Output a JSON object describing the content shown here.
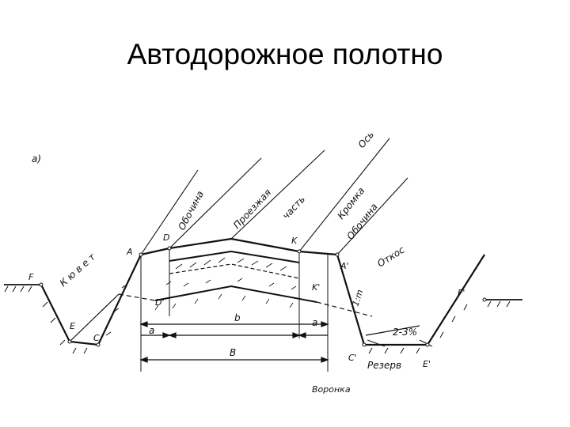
{
  "slide": {
    "title": "Автодорожное полотно"
  },
  "diagram": {
    "fig_label": "а)",
    "ditch_label": "К ю в е т",
    "slanted_labels": {
      "axis": "Ось",
      "shoulder_left": "Обочина",
      "carriageway": "Проезжая",
      "carriageway_2": "часть",
      "edge": "Кромка",
      "shoulder_right": "Обочина",
      "slope": "Откос"
    },
    "points": {
      "F": "F",
      "E": "E",
      "C": "C",
      "A": "A",
      "D": "D",
      "D2": "D'",
      "K": "K",
      "K2": "K'",
      "A2": "A'",
      "C2": "C'",
      "E2": "E'",
      "F2": "F'"
    },
    "dimensions": {
      "a_left": "a",
      "b": "b",
      "a_right": "a",
      "B": "B"
    },
    "slope_ratio": "1:m",
    "grade": "2-3%",
    "reserve": "Резерв",
    "borrow": "Воронка"
  }
}
